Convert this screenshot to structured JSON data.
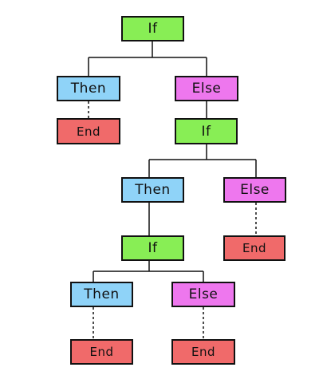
{
  "colors": {
    "if": "#88ee55",
    "then": "#8fd3f8",
    "else": "#ee77ee",
    "end": "#f06a6a",
    "line": "#111111"
  },
  "tree": {
    "root_if": "If",
    "then_1": "Then",
    "end_1": "End",
    "else_1": "Else",
    "if_2": "If",
    "then_2": "Then",
    "else_2": "Else",
    "end_2": "End",
    "if_3": "If",
    "then_3": "Then",
    "end_3": "End",
    "else_3": "Else",
    "end_4": "End"
  }
}
